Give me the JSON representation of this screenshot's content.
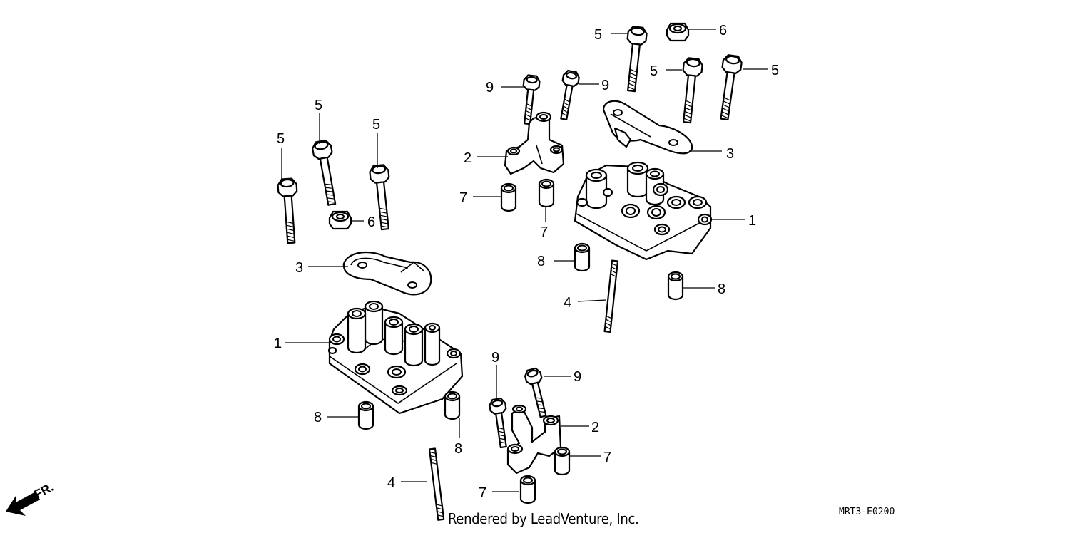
{
  "diagram": {
    "callouts": [
      "1",
      "2",
      "3",
      "4",
      "5",
      "6",
      "7",
      "8",
      "9"
    ],
    "front_label": "FR.",
    "credit": "Rendered by LeadVenture, Inc.",
    "diagram_code": "MRT3-E0200"
  }
}
